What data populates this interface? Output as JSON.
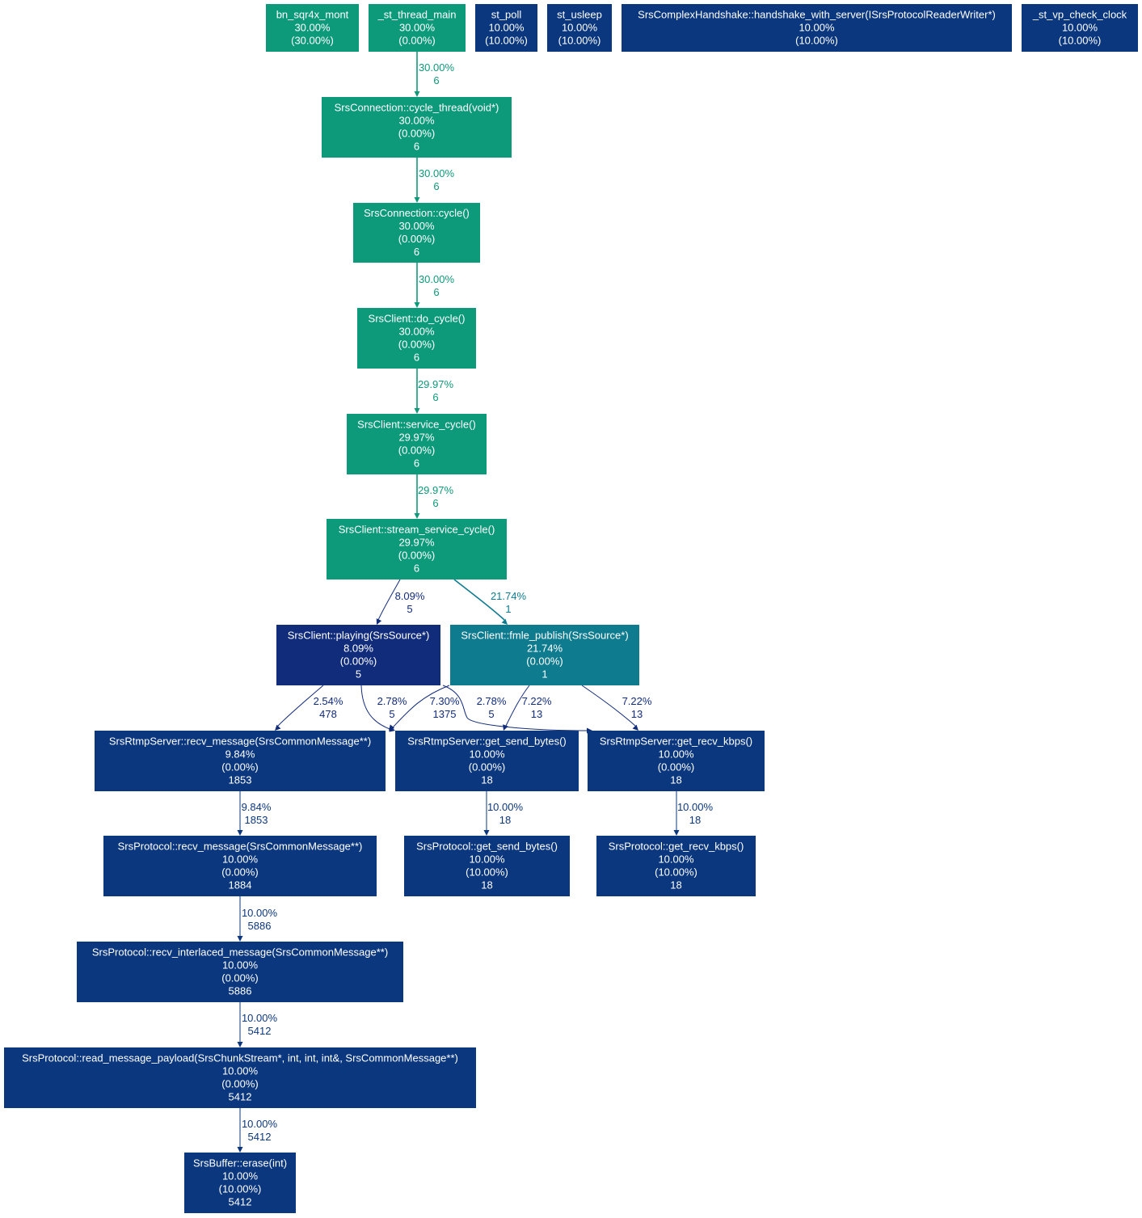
{
  "colors": {
    "hot": "#0d9a7b",
    "warm": "#0e7b8f",
    "mid": "#122c7c",
    "cold": "#0b377e",
    "background": "#ffffff"
  },
  "nodes": [
    {
      "id": "bn_sqr4x_mont",
      "lines": [
        "bn_sqr4x_mont",
        "30.00%",
        "(30.00%)"
      ],
      "color": "hot"
    },
    {
      "id": "st_thread_main",
      "lines": [
        "_st_thread_main",
        "30.00%",
        "(0.00%)"
      ],
      "color": "hot"
    },
    {
      "id": "st_poll",
      "lines": [
        "st_poll",
        "10.00%",
        "(10.00%)"
      ],
      "color": "cold"
    },
    {
      "id": "st_usleep",
      "lines": [
        "st_usleep",
        "10.00%",
        "(10.00%)"
      ],
      "color": "cold"
    },
    {
      "id": "handshake",
      "lines": [
        "SrsComplexHandshake::handshake_with_server(ISrsProtocolReaderWriter*)",
        "10.00%",
        "(10.00%)"
      ],
      "color": "cold"
    },
    {
      "id": "st_vp_check_clock",
      "lines": [
        "_st_vp_check_clock",
        "10.00%",
        "(10.00%)"
      ],
      "color": "cold"
    },
    {
      "id": "cycle_thread",
      "lines": [
        "SrsConnection::cycle_thread(void*)",
        "30.00%",
        "(0.00%)",
        "6"
      ],
      "color": "hot"
    },
    {
      "id": "conn_cycle",
      "lines": [
        "SrsConnection::cycle()",
        "30.00%",
        "(0.00%)",
        "6"
      ],
      "color": "hot"
    },
    {
      "id": "do_cycle",
      "lines": [
        "SrsClient::do_cycle()",
        "30.00%",
        "(0.00%)",
        "6"
      ],
      "color": "hot"
    },
    {
      "id": "service_cycle",
      "lines": [
        "SrsClient::service_cycle()",
        "29.97%",
        "(0.00%)",
        "6"
      ],
      "color": "hot"
    },
    {
      "id": "stream_service_cycle",
      "lines": [
        "SrsClient::stream_service_cycle()",
        "29.97%",
        "(0.00%)",
        "6"
      ],
      "color": "hot"
    },
    {
      "id": "playing",
      "lines": [
        "SrsClient::playing(SrsSource*)",
        "8.09%",
        "(0.00%)",
        "5"
      ],
      "color": "mid"
    },
    {
      "id": "fmle_publish",
      "lines": [
        "SrsClient::fmle_publish(SrsSource*)",
        "21.74%",
        "(0.00%)",
        "1"
      ],
      "color": "warm"
    },
    {
      "id": "rtmp_recv_message",
      "lines": [
        "SrsRtmpServer::recv_message(SrsCommonMessage**)",
        "9.84%",
        "(0.00%)",
        "1853"
      ],
      "color": "cold"
    },
    {
      "id": "rtmp_get_send_bytes",
      "lines": [
        "SrsRtmpServer::get_send_bytes()",
        "10.00%",
        "(0.00%)",
        "18"
      ],
      "color": "cold"
    },
    {
      "id": "rtmp_get_recv_kbps",
      "lines": [
        "SrsRtmpServer::get_recv_kbps()",
        "10.00%",
        "(0.00%)",
        "18"
      ],
      "color": "cold"
    },
    {
      "id": "proto_recv_message",
      "lines": [
        "SrsProtocol::recv_message(SrsCommonMessage**)",
        "10.00%",
        "(0.00%)",
        "1884"
      ],
      "color": "cold"
    },
    {
      "id": "proto_get_send_bytes",
      "lines": [
        "SrsProtocol::get_send_bytes()",
        "10.00%",
        "(10.00%)",
        "18"
      ],
      "color": "cold"
    },
    {
      "id": "proto_get_recv_kbps",
      "lines": [
        "SrsProtocol::get_recv_kbps()",
        "10.00%",
        "(10.00%)",
        "18"
      ],
      "color": "cold"
    },
    {
      "id": "recv_interlaced",
      "lines": [
        "SrsProtocol::recv_interlaced_message(SrsCommonMessage**)",
        "10.00%",
        "(0.00%)",
        "5886"
      ],
      "color": "cold"
    },
    {
      "id": "read_payload",
      "lines": [
        "SrsProtocol::read_message_payload(SrsChunkStream*, int, int, int&, SrsCommonMessage**)",
        "10.00%",
        "(0.00%)",
        "5412"
      ],
      "color": "cold"
    },
    {
      "id": "buffer_erase",
      "lines": [
        "SrsBuffer::erase(int)",
        "10.00%",
        "(10.00%)",
        "5412"
      ],
      "color": "cold"
    }
  ],
  "edges": [
    {
      "id": "e1",
      "from": "st_thread_main",
      "to": "cycle_thread",
      "pct": "30.00%",
      "calls": "6",
      "color": "hot"
    },
    {
      "id": "e2",
      "from": "cycle_thread",
      "to": "conn_cycle",
      "pct": "30.00%",
      "calls": "6",
      "color": "hot"
    },
    {
      "id": "e3",
      "from": "conn_cycle",
      "to": "do_cycle",
      "pct": "30.00%",
      "calls": "6",
      "color": "hot"
    },
    {
      "id": "e4",
      "from": "do_cycle",
      "to": "service_cycle",
      "pct": "29.97%",
      "calls": "6",
      "color": "hot"
    },
    {
      "id": "e5",
      "from": "service_cycle",
      "to": "stream_service_cycle",
      "pct": "29.97%",
      "calls": "6",
      "color": "hot"
    },
    {
      "id": "e6",
      "from": "stream_service_cycle",
      "to": "playing",
      "pct": "8.09%",
      "calls": "5",
      "color": "mid"
    },
    {
      "id": "e7",
      "from": "stream_service_cycle",
      "to": "fmle_publish",
      "pct": "21.74%",
      "calls": "1",
      "color": "warm"
    },
    {
      "id": "e8",
      "from": "playing",
      "to": "rtmp_recv_message",
      "pct": "2.54%",
      "calls": "478",
      "color": "mid"
    },
    {
      "id": "e9",
      "from": "playing",
      "to": "rtmp_get_send_bytes",
      "pct": "2.78%",
      "calls": "5",
      "color": "mid"
    },
    {
      "id": "e10",
      "from": "fmle_publish",
      "to": "rtmp_recv_message",
      "pct": "7.30%",
      "calls": "1375",
      "color": "mid"
    },
    {
      "id": "e11",
      "from": "playing",
      "to": "rtmp_get_recv_kbps",
      "pct": "2.78%",
      "calls": "5",
      "color": "mid"
    },
    {
      "id": "e12",
      "from": "fmle_publish",
      "to": "rtmp_get_send_bytes",
      "pct": "7.22%",
      "calls": "13",
      "color": "mid"
    },
    {
      "id": "e13",
      "from": "fmle_publish",
      "to": "rtmp_get_recv_kbps",
      "pct": "7.22%",
      "calls": "13",
      "color": "mid"
    },
    {
      "id": "e14",
      "from": "rtmp_recv_message",
      "to": "proto_recv_message",
      "pct": "9.84%",
      "calls": "1853",
      "color": "cold"
    },
    {
      "id": "e15",
      "from": "rtmp_get_send_bytes",
      "to": "proto_get_send_bytes",
      "pct": "10.00%",
      "calls": "18",
      "color": "cold"
    },
    {
      "id": "e16",
      "from": "rtmp_get_recv_kbps",
      "to": "proto_get_recv_kbps",
      "pct": "10.00%",
      "calls": "18",
      "color": "cold"
    },
    {
      "id": "e17",
      "from": "proto_recv_message",
      "to": "recv_interlaced",
      "pct": "10.00%",
      "calls": "5886",
      "color": "cold"
    },
    {
      "id": "e18",
      "from": "recv_interlaced",
      "to": "read_payload",
      "pct": "10.00%",
      "calls": "5412",
      "color": "cold"
    },
    {
      "id": "e19",
      "from": "read_payload",
      "to": "buffer_erase",
      "pct": "10.00%",
      "calls": "5412",
      "color": "cold"
    }
  ]
}
